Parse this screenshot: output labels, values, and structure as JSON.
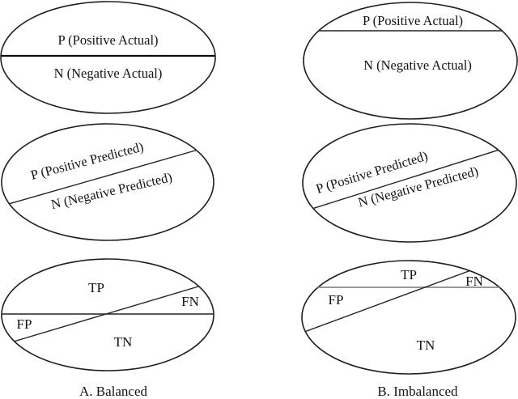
{
  "colors": {
    "ink": "#1f1f1f",
    "background": "#ffffff"
  },
  "panels": [
    {
      "caption": "A. Balanced",
      "actual": {
        "positive": "P (Positive Actual)",
        "negative": "N (Negative Actual)"
      },
      "predicted": {
        "positive": "P (Positive Predicted)",
        "negative": "N (Negative Predicted)"
      },
      "confusion": {
        "tp": "TP",
        "fn": "FN",
        "fp": "FP",
        "tn": "TN"
      }
    },
    {
      "caption": "B. Imbalanced",
      "actual": {
        "positive": "P (Positive Actual)",
        "negative": "N (Negative Actual)"
      },
      "predicted": {
        "positive": "P (Positive Predicted)",
        "negative": "N (Negative Predicted)"
      },
      "confusion": {
        "tp": "TP",
        "fn": "FN",
        "fp": "FP",
        "tn": "TN"
      }
    }
  ]
}
